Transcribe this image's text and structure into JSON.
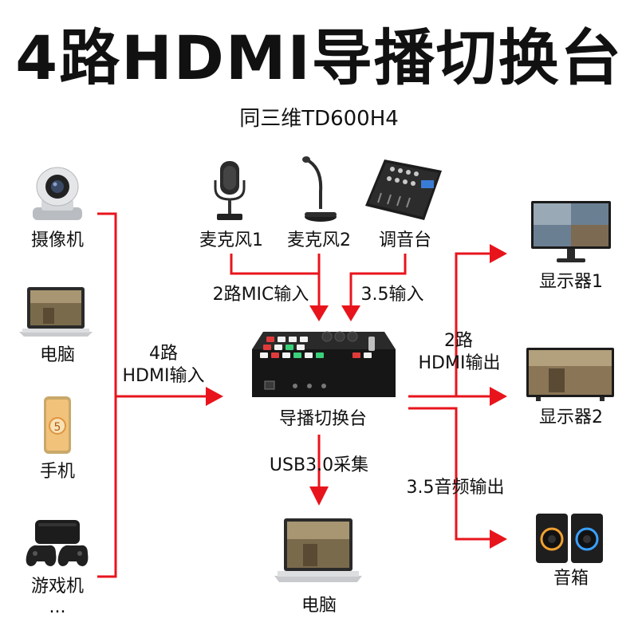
{
  "title": "4路HDMI导播切换台",
  "subtitle": "同三维TD600H4",
  "inputs": {
    "camera": "摄像机",
    "laptop": "电脑",
    "phone": "手机",
    "game_console": "游戏机",
    "more": "..."
  },
  "audio_inputs": {
    "mic1": "麦克风1",
    "mic2": "麦克风2",
    "mixer": "调音台"
  },
  "flow_labels": {
    "mic_in": "2路MIC输入",
    "line_in": "3.5输入",
    "hdmi_in_1": "4路",
    "hdmi_in_2": "HDMI输入",
    "hdmi_out_1": "2路",
    "hdmi_out_2": "HDMI输出",
    "usb_capture": "USB3.0采集",
    "audio_out": "3.5音频输出"
  },
  "center_device": "导播切换台",
  "outputs": {
    "display1": "显示器1",
    "display2": "显示器2",
    "speakers": "音箱",
    "pc": "电脑"
  },
  "colors": {
    "arrow": "#e8141c",
    "text": "#111111"
  }
}
